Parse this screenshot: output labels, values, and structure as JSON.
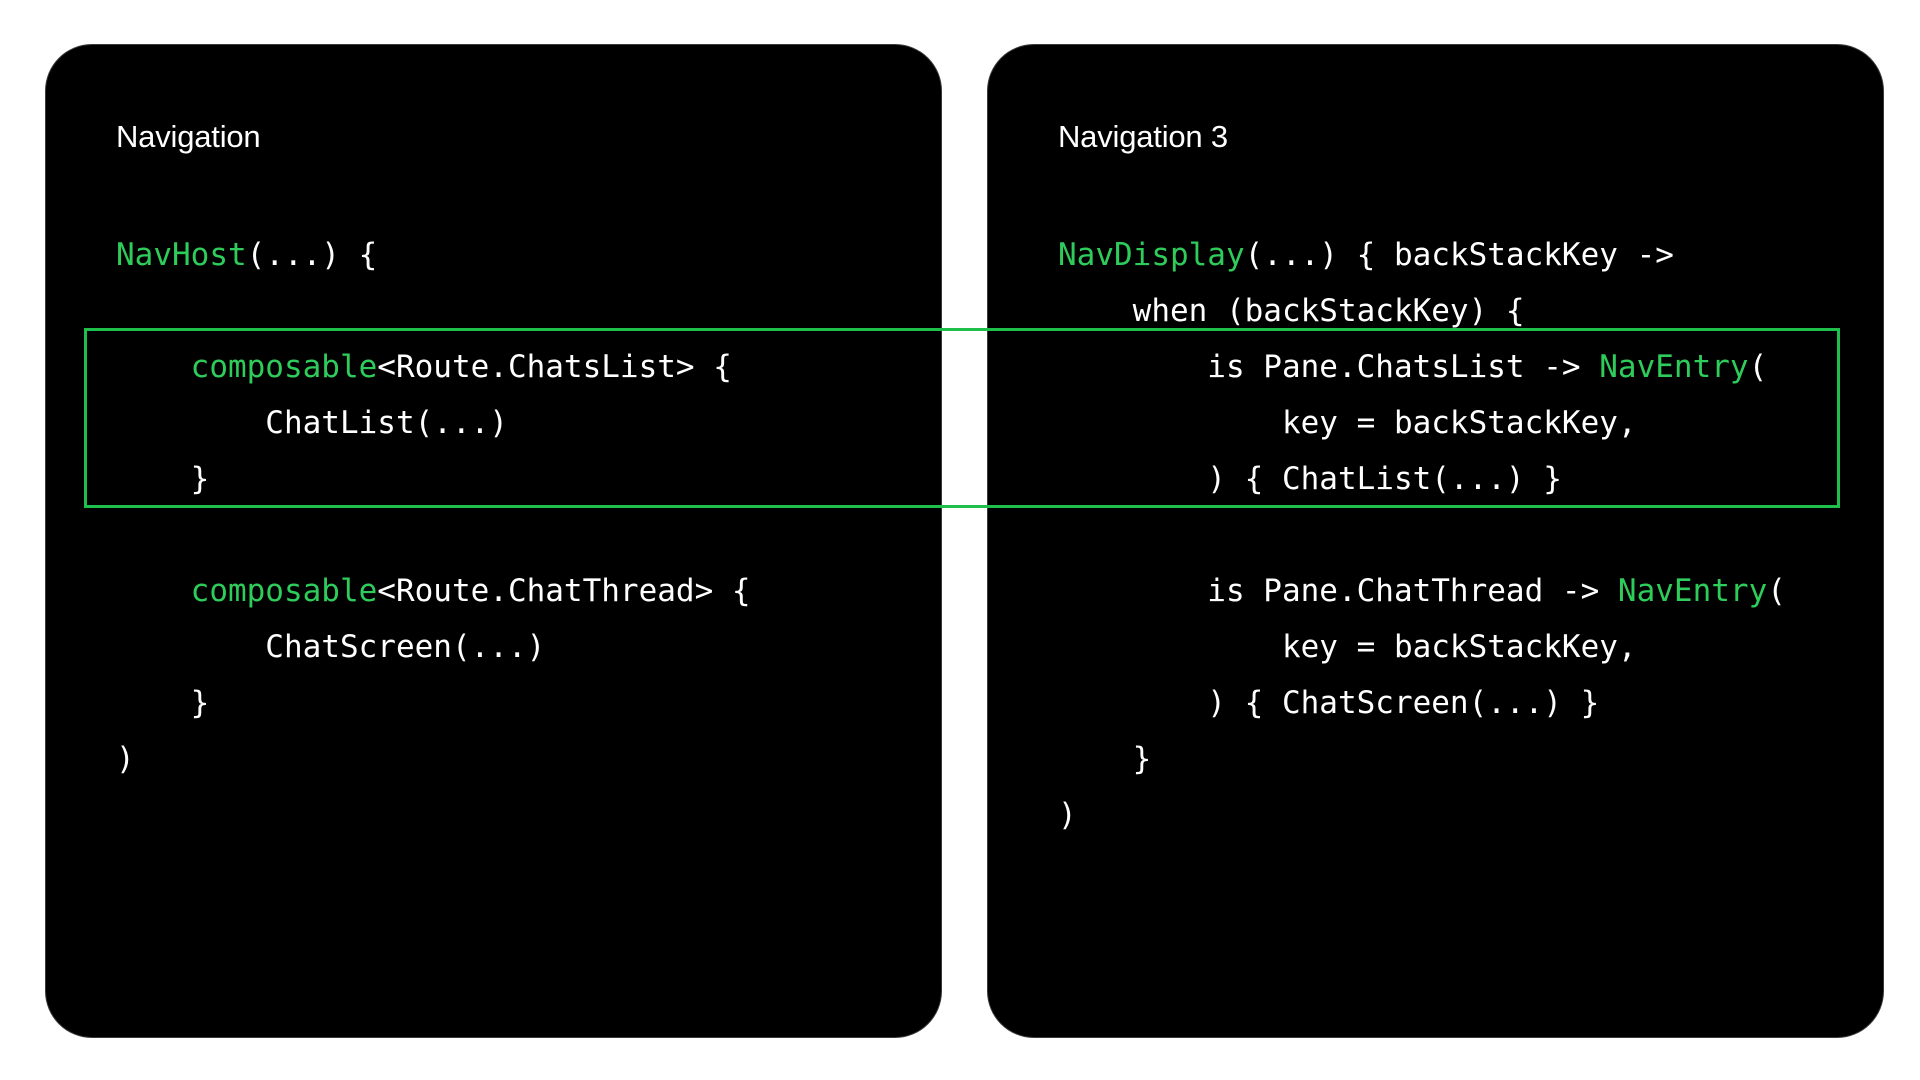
{
  "colors": {
    "background": "#ffffff",
    "panel": "#000000",
    "text": "#ffffff",
    "keyword_green": "#2ecc5a",
    "highlight_border": "#1fbf4c"
  },
  "left_panel": {
    "title": "Navigation",
    "lines": [
      [
        {
          "t": "NavHost",
          "c": "fn"
        },
        {
          "t": "(...) {",
          "c": "plain"
        }
      ],
      [
        {
          "t": "",
          "c": "plain"
        }
      ],
      [
        {
          "t": "    ",
          "c": "plain"
        },
        {
          "t": "composable",
          "c": "fn"
        },
        {
          "t": "<Route.ChatsList> {",
          "c": "plain"
        }
      ],
      [
        {
          "t": "        ChatList(...)",
          "c": "plain"
        }
      ],
      [
        {
          "t": "    }",
          "c": "plain"
        }
      ],
      [
        {
          "t": "",
          "c": "plain"
        }
      ],
      [
        {
          "t": "    ",
          "c": "plain"
        },
        {
          "t": "composable",
          "c": "fn"
        },
        {
          "t": "<Route.ChatThread> {",
          "c": "plain"
        }
      ],
      [
        {
          "t": "        ChatScreen(...)",
          "c": "plain"
        }
      ],
      [
        {
          "t": "    }",
          "c": "plain"
        }
      ],
      [
        {
          "t": ")",
          "c": "plain"
        }
      ]
    ]
  },
  "right_panel": {
    "title": "Navigation 3",
    "lines": [
      [
        {
          "t": "NavDisplay",
          "c": "fn"
        },
        {
          "t": "(...) { backStackKey ->",
          "c": "plain"
        }
      ],
      [
        {
          "t": "    when (backStackKey) {",
          "c": "plain"
        }
      ],
      [
        {
          "t": "        is Pane.ChatsList -> ",
          "c": "plain"
        },
        {
          "t": "NavEntry",
          "c": "fn"
        },
        {
          "t": "(",
          "c": "plain"
        }
      ],
      [
        {
          "t": "            key = backStackKey,",
          "c": "plain"
        }
      ],
      [
        {
          "t": "        ) { ChatList(...) }",
          "c": "plain"
        }
      ],
      [
        {
          "t": "",
          "c": "plain"
        }
      ],
      [
        {
          "t": "        is Pane.ChatThread -> ",
          "c": "plain"
        },
        {
          "t": "NavEntry",
          "c": "fn"
        },
        {
          "t": "(",
          "c": "plain"
        }
      ],
      [
        {
          "t": "            key = backStackKey,",
          "c": "plain"
        }
      ],
      [
        {
          "t": "        ) { ChatScreen(...) }",
          "c": "plain"
        }
      ],
      [
        {
          "t": "    }",
          "c": "plain"
        }
      ],
      [
        {
          "t": ")",
          "c": "plain"
        }
      ]
    ]
  }
}
